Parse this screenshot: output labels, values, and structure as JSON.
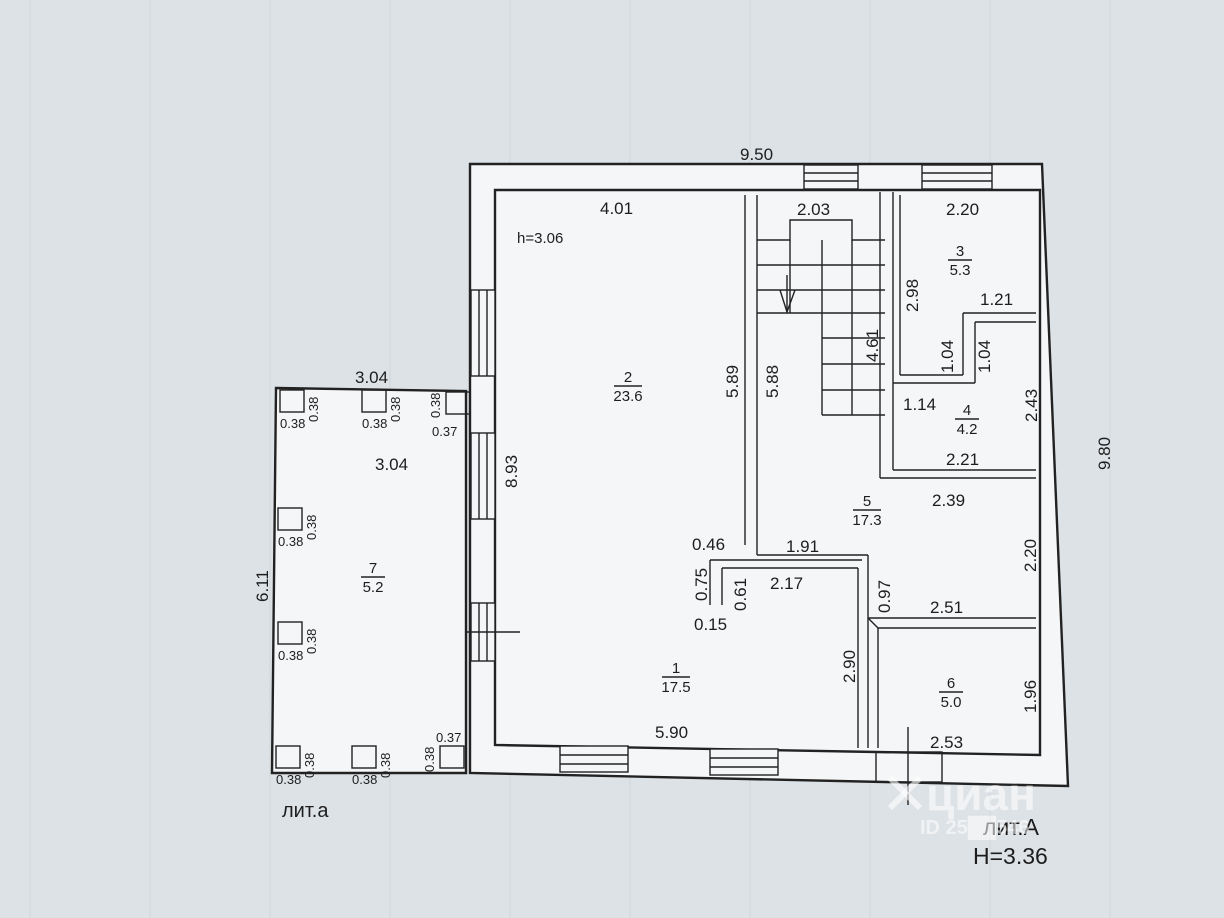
{
  "labels": {
    "overall_width": "9.50",
    "overall_height": "9.80",
    "ceiling_height": "h=3.06",
    "annex_caption": "лит.а",
    "main_caption": "лит.А",
    "main_height": "H=3.36",
    "watermark": "циан",
    "watermark_id": "ID 25██546"
  },
  "rooms": [
    {
      "number": "1",
      "area": "17.5"
    },
    {
      "number": "2",
      "area": "23.6"
    },
    {
      "number": "3",
      "area": "5.3"
    },
    {
      "number": "4",
      "area": "4.2"
    },
    {
      "number": "5",
      "area": "17.3"
    },
    {
      "number": "6",
      "area": "5.0"
    },
    {
      "number": "7",
      "area": "5.2"
    }
  ],
  "dims": {
    "d401": "4.01",
    "d203": "2.03",
    "d220a": "2.20",
    "d298": "2.98",
    "d121": "1.21",
    "d104a": "1.04",
    "d104b": "1.04",
    "d461": "4.61",
    "d589": "5.89",
    "d588": "5.88",
    "d114": "1.14",
    "d243": "2.43",
    "d221": "2.21",
    "d239": "2.39",
    "d893": "8.93",
    "d046": "0.46",
    "d191": "1.91",
    "d075": "0.75",
    "d061": "0.61",
    "d217": "2.17",
    "d097": "0.97",
    "d220b": "2.20",
    "d251": "2.51",
    "d015": "0.15",
    "d290": "2.90",
    "d196": "1.96",
    "d590": "5.90",
    "d253": "2.53",
    "a304a": "3.04",
    "a304b": "3.04",
    "a611": "6.11",
    "a037a": "0.37",
    "a037b": "0.37"
  },
  "pillar_dim": "0.38"
}
